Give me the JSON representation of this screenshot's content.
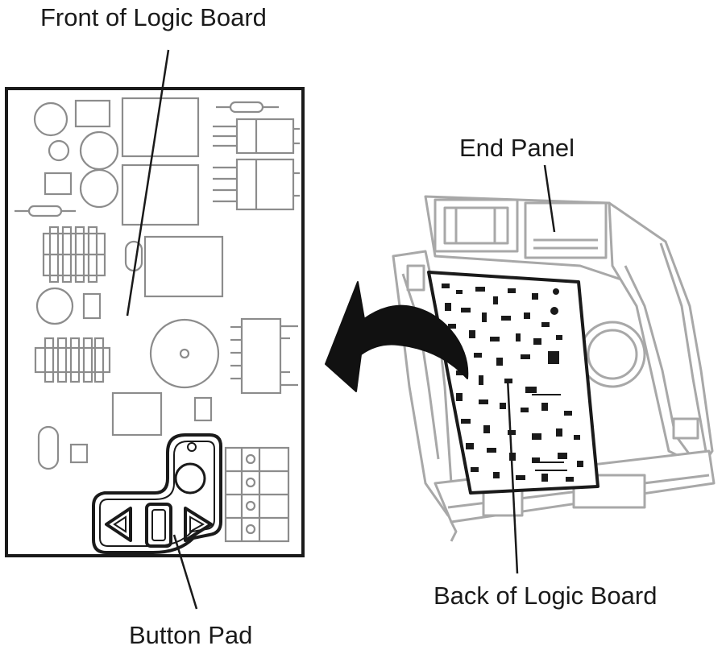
{
  "labels": {
    "front": "Front of Logic Board",
    "end_panel": "End Panel",
    "back": "Back of Logic Board",
    "button_pad": "Button Pad"
  },
  "colors": {
    "outline_dark": "#1a1a1a",
    "component_gray": "#8c8c8c",
    "housing_gray": "#a8a8a8",
    "arrow_black": "#111111"
  }
}
